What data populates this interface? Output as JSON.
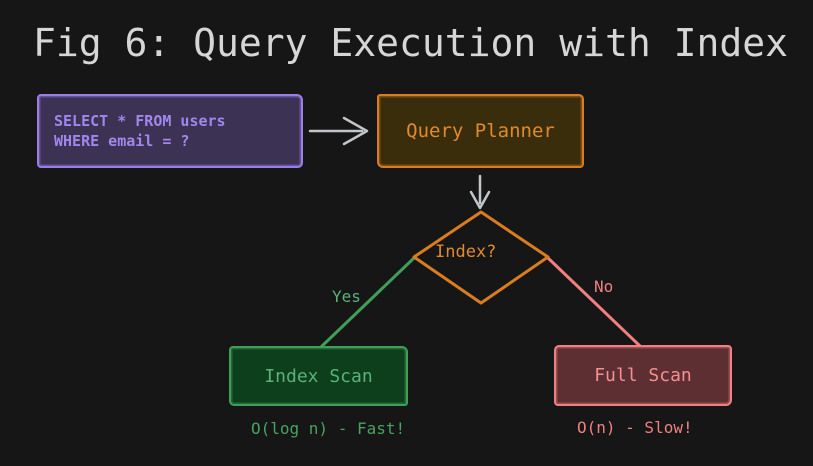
{
  "title": "Fig 6: Query Execution with Index",
  "colors": {
    "background": "#161616",
    "title_text": "#d6d6d6",
    "purple_border": "#9c7de8",
    "purple_fill": "#3b3254",
    "purple_text": "#a186ec",
    "orange_border": "#d97d20",
    "orange_fill": "#3a2d0c",
    "orange_text": "#e08a2e",
    "green_border": "#3f9e58",
    "green_fill": "#0d3f1c",
    "green_text": "#58b279",
    "green_caption": "#47a35f",
    "salmon_border": "#f08080",
    "salmon_fill": "#5e2f32",
    "salmon_text": "#f49090",
    "arrow_gray": "#c2c6c9"
  },
  "nodes": {
    "sql": {
      "line1": "SELECT * FROM users",
      "line2": "WHERE email = ?"
    },
    "planner": {
      "label": "Query Planner"
    },
    "decision": {
      "label": "Index?"
    },
    "index_scan": {
      "label": "Index Scan",
      "caption": "O(log n) - Fast!"
    },
    "full_scan": {
      "label": "Full Scan",
      "caption": "O(n) - Slow!"
    }
  },
  "edges": {
    "yes_label": "Yes",
    "no_label": "No"
  }
}
